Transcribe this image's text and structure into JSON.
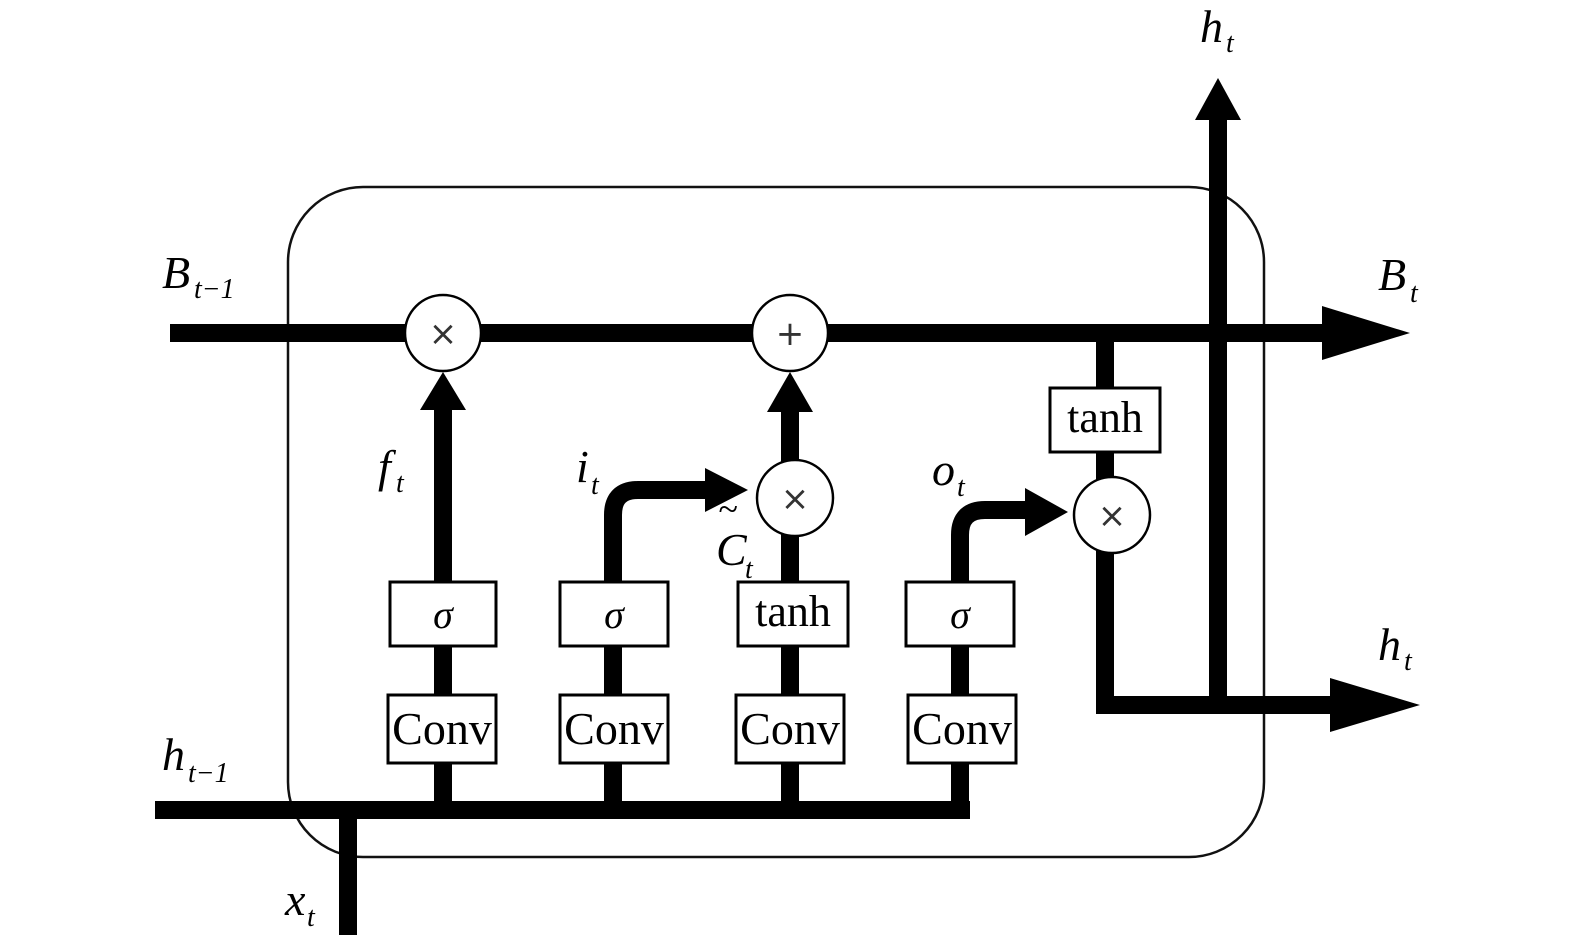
{
  "labels": {
    "b_prev": "B",
    "b_prev_sub": "t−1",
    "b_out": "B",
    "b_out_sub": "t",
    "h_prev": "h",
    "h_prev_sub": "t−1",
    "h_top": "h",
    "h_top_sub": "t",
    "h_right": "h",
    "h_right_sub": "t",
    "x_in": "x",
    "x_in_sub": "t",
    "f_gate": "f",
    "f_gate_sub": "t",
    "i_gate": "i",
    "i_gate_sub": "t",
    "o_gate": "o",
    "o_gate_sub": "t",
    "c_tilde": "C",
    "c_tilde_accent": "~",
    "c_tilde_sub": "t"
  },
  "blocks": {
    "sigma": "σ",
    "tanh": "tanh",
    "conv": "Conv"
  },
  "operators": {
    "multiply": "×",
    "add": "+"
  },
  "colors": {
    "line": "#000000",
    "background": "#ffffff",
    "cell_border": "#111111"
  }
}
